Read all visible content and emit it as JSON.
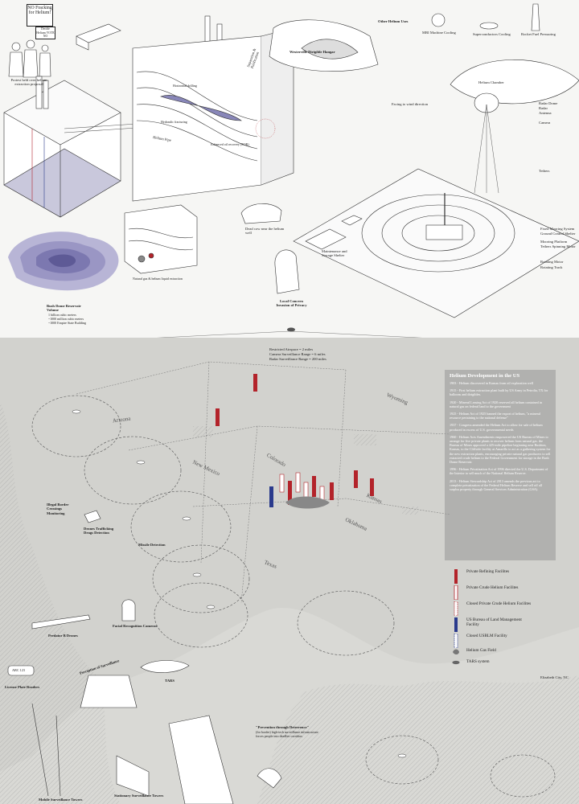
{
  "protest": {
    "sign_main": "NO Fracking for Helium!",
    "sign_secondary": "Decide Helium VOTE NO",
    "caption": "Protest held over helium extraction proposal"
  },
  "top_labels": {
    "helium_pipe": "Helium Pipe",
    "separation": "Separation & Purification",
    "hangar": "Westerville Dirigible Hangar",
    "helium_chamber": "Helium Chamber",
    "other_uses": "Other Helium Uses",
    "mri": "MRI Machine Cooling",
    "superconductors": "Superconductors Cooling",
    "rocket": "Rocket Fuel Pressuring",
    "facing_wind": "Facing to wind direction",
    "radar_dome": "Radar Dome",
    "radar": "Radar",
    "antenna": "Antenna",
    "camera": "Camera",
    "tethers": "Tethers",
    "fixed_mooring": "Fixed Mooring System",
    "ground_control": "Ground Control Shelter",
    "mooring_platform": "Mooring Platform",
    "tethers_spinning": "Tethers Spinning Motor",
    "rotating_motor": "Rotating Motor",
    "rotating_track": "Rotating Track",
    "maintenance": "Maintenance and Storage Shelter",
    "dead_cow": "Dead cow near the helium well",
    "local_concern": "Local Concern Invasion of Privacy",
    "bush_dome": "Bush Dome Reservoir Volume",
    "bush_dome_note1": "1 billion cubic meters",
    "bush_dome_note2": "~1000 million cubic meters",
    "bush_dome_note3": "~1000 Empire State Building",
    "horizontal_drilling": "Horizontal drilling",
    "hydraulic_fracturing": "Hydraulic fracturing",
    "enhanced_oil": "Enhanced oil recovery (EOR)",
    "sonar": "Natural gas & helium liquid extraction"
  },
  "ranges": {
    "restricted": "Restricted Airspace = 2 miles",
    "camera": "Camera Surveillance Range = 6 miles",
    "radar": "Radar Surveillance Range = 200 miles"
  },
  "map_labels": {
    "wyoming": "Wyoming",
    "arizona": "Arizona",
    "colorado": "Colorado",
    "new_mexico": "New Mexico",
    "kansas": "Kansas",
    "oklahoma": "Oklahoma",
    "texas": "Texas",
    "illegal_crossings": "Illegal Border Crossings Monitoring",
    "drones_trafficking": "Drones Trafficking Drugs Detection",
    "missile": "Missile Detection",
    "predator": "Predator B Drones",
    "facial": "Facial Recognition Cameras",
    "perception": "Perception of Surveillance",
    "tars": "TARS",
    "license_plate": "License Plate Readers",
    "plate_text": "ABC 123",
    "stationary_towers": "Stationary Surveillance Towers",
    "mobile_towers": "Mobile Surveillance Towers",
    "prevention": "\"Prevention through Deterrence\"",
    "prevention_note": "(for border) high-tech surveillance infrastructure forces people into deadlier corridors",
    "elizabeth_city": "Elizabeth City, NC"
  },
  "timeline": {
    "title": "Helium Development in the US",
    "events": [
      "1903 - Helium discovered in Kansas from oil exploration well",
      "1915 - First helium extraction plant built by US Army in Petrolia, TX for balloons and dirigibles.",
      "1920 - Mineral Leasing Act of 1920 reserved all helium contained in natural gas on federal land to the government",
      "1925 - Helium Act of 1925 banned the export of helium, \"a mineral resource pertaining to the national defense\"",
      "1937 - Congress amended the Helium Act to allow for sale of helium produced in excess of U.S. governmental needs",
      "1960 - Helium Acts Amendments empowered the US Bureau of Mines to arrange for five private plants to recover helium from natural gas. the Bureau of Mines approved a 425-mile pipeline beginning near Bushton, Kansas, to the Cliffside facility at Amarillo to act as a gathering system for the new extraction plants, encouraging private natural gas producers to sell extracted crude helium to the Federal Government for storage in the Bush Dome Reservoir.",
      "1996 - Helium Privatization Act of 1996 directed the U.S. Department of the Interior to sell much of the National Helium Reserve.",
      "2013 - Helium Stewardship Act of 2013 amends the previous act to complete privatization of the Federal Helium Reserve and sell off all surplus property through General Services Administration (GSA)."
    ]
  },
  "legend": [
    {
      "label": "Private Refining Facilites",
      "color": "#b3232a",
      "kind": "tall"
    },
    {
      "label": "Private Crude Helium Facilites",
      "color": "#b3232a",
      "kind": "white"
    },
    {
      "label": "Closed Private Crude Helium Facilites",
      "color": "#b3232a",
      "kind": "closed"
    },
    {
      "label": "US Bureau of Land Management Facility",
      "color": "#2a3a8c",
      "kind": "tall"
    },
    {
      "label": "Closed USBLM Facility",
      "color": "#2a3a8c",
      "kind": "closed"
    },
    {
      "label": "Helium Gas Field",
      "color": "#777777",
      "kind": "field"
    },
    {
      "label": "TARS system",
      "color": "#666666",
      "kind": "blimp"
    }
  ],
  "colors": {
    "private": "#b3232a",
    "blm": "#2a3a8c",
    "dome": "#6a66a8",
    "map": "#dcdcd8"
  }
}
